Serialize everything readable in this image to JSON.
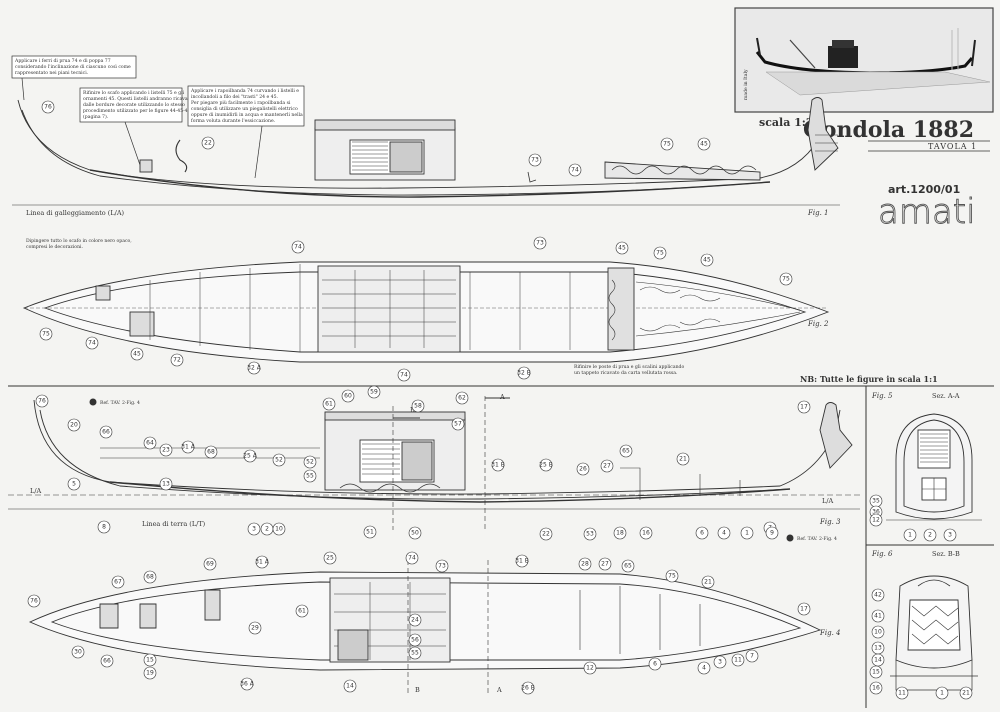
{
  "title": {
    "main": "Gondola 1882",
    "sub": "TAVOLA 1",
    "scale": "scala 1:20",
    "art": "art.1200/01",
    "brand": "amati",
    "made_in": "made in Italy"
  },
  "top_notes": {
    "n1": [
      "Applicare i ferri di prua 74 e di poppa 77",
      "considerando l'inclinazione di ciascuno così come",
      "rappresentato nei piani tecnici."
    ],
    "n2": [
      "Rifinire lo scafo applicando i listelli 75 e gli",
      "ornamenti 45. Questi listelli andranno ricavati",
      "dalle bordure decorate utilizzando lo stesso",
      "procedimento utilizzato per le figure 44-45-47",
      "(pagina 7)."
    ],
    "n3": [
      "Applicare i rapoilbanda 74 curvando i listelli e",
      "incollandoli a filo dei \"trasti\" 24 e 45.",
      "Per piegare più facilmente i rapoilbanda si",
      "consiglia di utilizzare un piegalistelli elettrico",
      "oppure di inumidirli in acqua e mantenerli nella",
      "forma voluta durante l'essiccazione."
    ]
  },
  "fig1": {
    "waterline": "Linea di galleggiamento (L/A)",
    "label": "Fig. 1",
    "numbers": [
      "76",
      "22",
      "73",
      "74",
      "75",
      "45"
    ]
  },
  "fig2": {
    "note": [
      "Dipingere tutto lo scafo in colore nero opaco,",
      "compresi le decorazioni."
    ],
    "label": "Fig. 2",
    "numbers": [
      "74",
      "73",
      "45",
      "75",
      "45",
      "75",
      "75",
      "74",
      "45",
      "72",
      "32 A",
      "74",
      "32 B"
    ],
    "bottom_note": [
      "Rifinire le poste di prua e gli scalini applicando",
      "un tappeto ricavato da carta vellutata rossa."
    ]
  },
  "nb": "NB: Tutte le figure in scala 1:1",
  "fig3": {
    "label": "Fig. 3",
    "ground": "Linea di terra (L/T)",
    "la_left": "L/A",
    "la_right": "L/A",
    "ref1": "Ref. TAV. 2-Fig. 4",
    "ref2": "Ref. TAV. 2-Fig. 4",
    "sec_a": "A",
    "sec_b": "B",
    "top_numbers": [
      "76",
      "20",
      "66",
      "64",
      "23",
      "31 A",
      "68",
      "25 A",
      "52",
      "52",
      "55",
      "61",
      "60",
      "59",
      "58",
      "62",
      "57",
      "31 B",
      "25 B",
      "26",
      "27",
      "65",
      "21",
      "17"
    ],
    "bottom_numbers": [
      "5",
      "8",
      "13",
      "3",
      "2",
      "10",
      "51",
      "50",
      "22",
      "53",
      "18",
      "16",
      "6",
      "4",
      "1",
      "7",
      "9"
    ]
  },
  "fig4": {
    "label": "Fig. 4",
    "sec_a": "A",
    "sec_b": "B",
    "numbers": [
      "76",
      "67",
      "68",
      "69",
      "31 A",
      "25",
      "74",
      "73",
      "31 B",
      "28",
      "27",
      "65",
      "75",
      "21",
      "17",
      "30",
      "66",
      "19",
      "15",
      "29",
      "61",
      "24",
      "56",
      "55",
      "14",
      "36 A",
      "26 B",
      "12",
      "6",
      "4",
      "3",
      "11",
      "7"
    ]
  },
  "fig5": {
    "label": "Fig. 5",
    "section": "Sez. A-A",
    "numbers": [
      "35",
      "36",
      "12",
      "1",
      "2",
      "3"
    ]
  },
  "fig6": {
    "label": "Fig. 6",
    "section": "Sez. B-B",
    "numbers": [
      "42",
      "41",
      "10",
      "13",
      "14",
      "15",
      "16",
      "11",
      "1",
      "21"
    ]
  },
  "colors": {
    "line": "#333333",
    "paper": "#f4f4f2",
    "hull": "#4a4a4a",
    "brand": "#555555"
  }
}
